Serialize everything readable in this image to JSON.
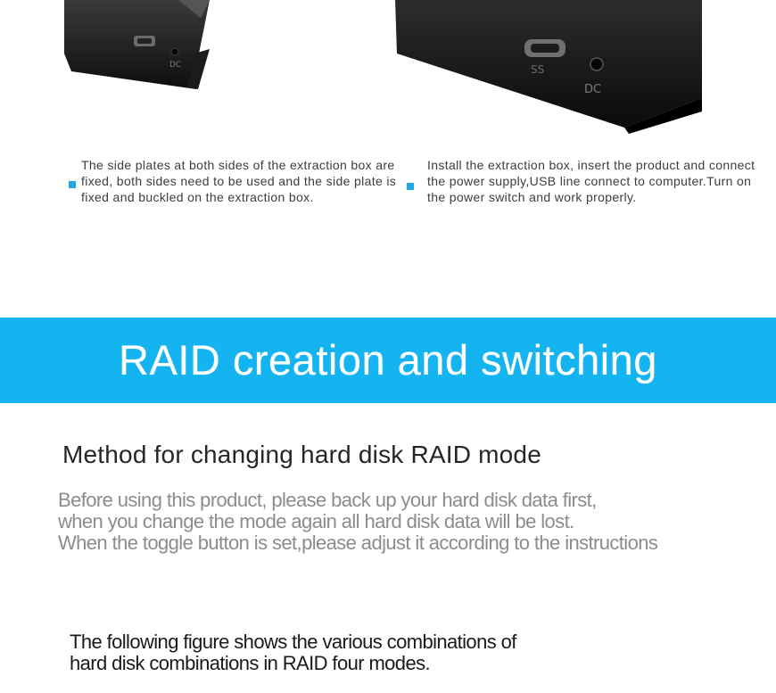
{
  "steps": [
    {
      "photo": "enclosure-side-plate-photo",
      "port_label": "",
      "dc_label": "DC",
      "text": "The side plates at both sides of the extraction box are fixed, both sides need to be used and the side plate is fixed and buckled on the extraction box."
    },
    {
      "photo": "enclosure-assembled-photo",
      "port_label": "SS",
      "dc_label": "DC",
      "text": "Install the extraction box, insert the product and connect the power supply,USB line connect to computer.Turn on the power switch and work properly."
    }
  ],
  "banner": {
    "title": "RAID creation and switching",
    "color": "#14b4f0"
  },
  "section": {
    "title": "Method for changing hard disk RAID mode",
    "intro_lines": [
      "Before using this product, please back up your hard disk data first,",
      "when you change the mode again all hard disk data will be lost.",
      "When the toggle button is set,please adjust it according to the instructions"
    ],
    "figure_note_lines": [
      "The following figure shows the various combinations of",
      "hard disk combinations in RAID four modes."
    ]
  },
  "colors": {
    "accent": "#1ea8e6",
    "caption_text": "#3d3d3d",
    "intro_text": "#8c8c8c"
  }
}
